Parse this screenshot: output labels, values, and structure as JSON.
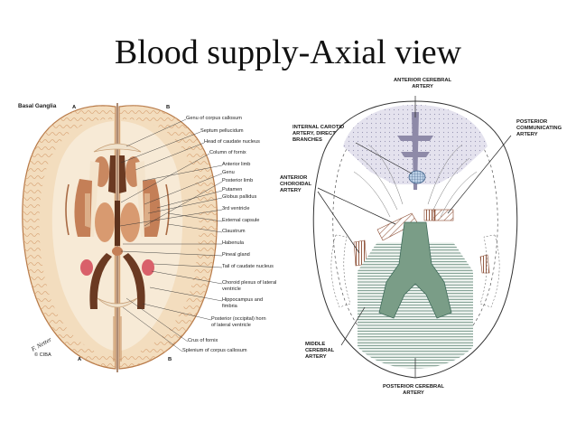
{
  "title": "Blood supply-Axial view",
  "left_figure": {
    "heading": "Basal Ganglia",
    "marker_a_top": "A",
    "marker_b_top": "B",
    "marker_a_bottom": "A",
    "marker_b_bottom": "B",
    "signature": "F. Netter",
    "signature_sub": "© CIBA",
    "labels": [
      "Genu of corpus callosum",
      "Septum pellucidum",
      "Head of caudate nucleus",
      "Column of fornix",
      "Anterior limb",
      "Genu",
      "Posterior limb",
      "Putamen",
      "Globus pallidus",
      "3rd ventricle",
      "External capsule",
      "Claustrum",
      "Habenula",
      "Pineal gland",
      "Tail of caudate nucleus",
      "Choroid plexus of lateral ventricle",
      "Hippocampus and fimbria",
      "Posterior (occipital) horn of lateral ventricle",
      "Crus of fornix",
      "Splenium of corpus callosum"
    ]
  },
  "right_figure": {
    "labels": {
      "aca": "ANTERIOR CEREBRAL\nARTERY",
      "ica": "INTERNAL CAROTID\nARTERY, DIRECT\nBRANCHES",
      "pcomm": "POSTERIOR\nCOMMUNICATING\nARTERY",
      "acha": "ANTERIOR\nCHOROIDAL\nARTERY",
      "mca": "MIDDLE\nCEREBRAL\nARTERY",
      "pca": "POSTERIOR CEREBRAL\nARTERY"
    }
  },
  "colors": {
    "text": "#111111",
    "brain_tissue": "#f2d9b8",
    "brain_outline": "#c98a55",
    "vessel": "#c9464a",
    "aca_territory": "#d9d6e6",
    "mca_hatch": "#a05a3c",
    "pca_lines": "#3f6b5a",
    "choroid_green": "#7a9d87",
    "ica_blue": "#5b7fa6"
  }
}
